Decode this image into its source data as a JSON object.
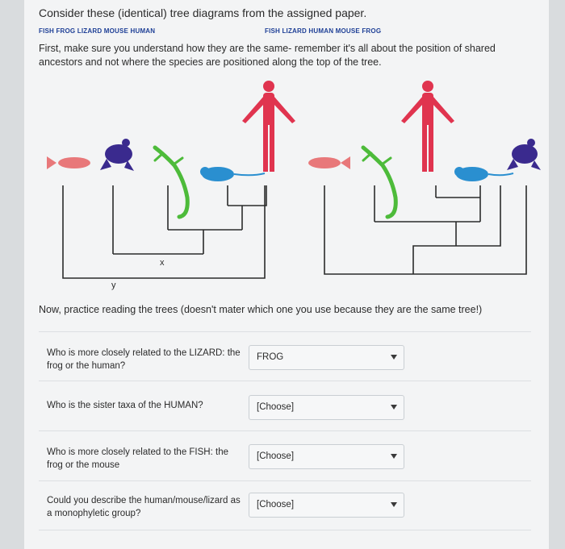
{
  "title": "Consider these (identical) tree diagrams from the assigned paper.",
  "tree_labels": {
    "left": "FISH FROG LIZARD MOUSE HUMAN",
    "right": "FISH LIZARD HUMAN MOUSE FROG"
  },
  "intro": "First, make sure you understand how they are the same- remember it's all about the position of shared ancestors and not where the species are positioned along the top of the tree.",
  "node_labels": {
    "x": "x",
    "y": "y"
  },
  "practice": "Now, practice reading the trees (doesn't mater which one you use because they are the same tree!)",
  "questions": [
    {
      "text": "Who is more closely related to the LIZARD: the frog or the human?",
      "value": "FROG"
    },
    {
      "text": "Who is the sister taxa of the HUMAN?",
      "value": "[Choose]"
    },
    {
      "text": "Who is more closely related to the FISH: the frog or the mouse",
      "value": "[Choose]"
    },
    {
      "text": "Could you describe the human/mouse/lizard as a monophyletic group?",
      "value": "[Choose]"
    }
  ],
  "colors": {
    "fish": "#e8787a",
    "frog": "#3a2a8e",
    "lizard": "#4dbb3a",
    "mouse": "#2a8fd0",
    "human": "#e0344f",
    "label_blue": "#1e3f96"
  },
  "icons": [
    "fish-icon",
    "frog-icon",
    "lizard-icon",
    "mouse-icon",
    "human-icon",
    "chevron-down-icon"
  ]
}
